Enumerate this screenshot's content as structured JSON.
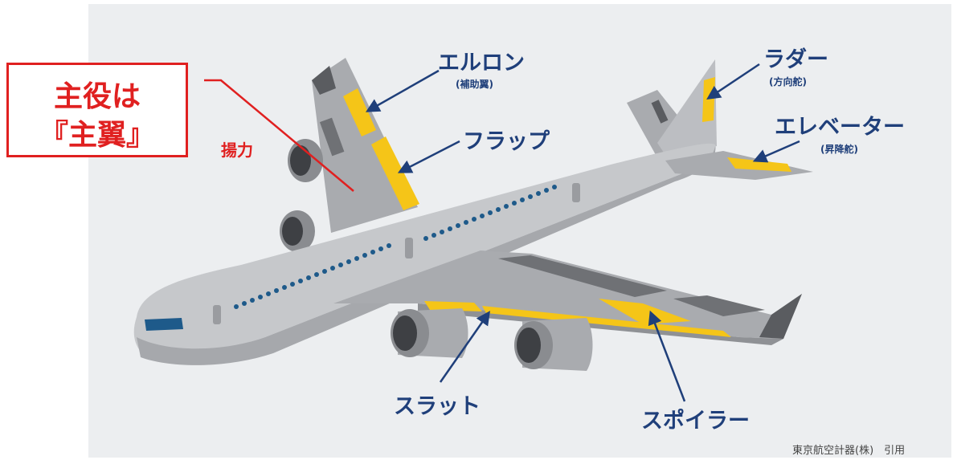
{
  "callout": {
    "line1": "主役は",
    "line2": "『主翼』"
  },
  "lift_label": "揚力",
  "labels": {
    "aileron": {
      "name": "エルロン",
      "sub": "(補助翼)"
    },
    "flap": {
      "name": "フラップ"
    },
    "rudder": {
      "name": "ラダー",
      "sub": "(方向舵)"
    },
    "elevator": {
      "name": "エレベーター",
      "sub": "(昇降舵)"
    },
    "slat": {
      "name": "スラット"
    },
    "spoiler": {
      "name": "スポイラー"
    }
  },
  "credit": "東京航空計器(株)　引用",
  "colors": {
    "background": "#eceef0",
    "fuselage": "#bfc1c4",
    "wing": "#a9abaf",
    "control_surface": "#f5c518",
    "label_text": "#1f3f7a",
    "callout": "#e02020",
    "window": "#1e5a8a"
  }
}
